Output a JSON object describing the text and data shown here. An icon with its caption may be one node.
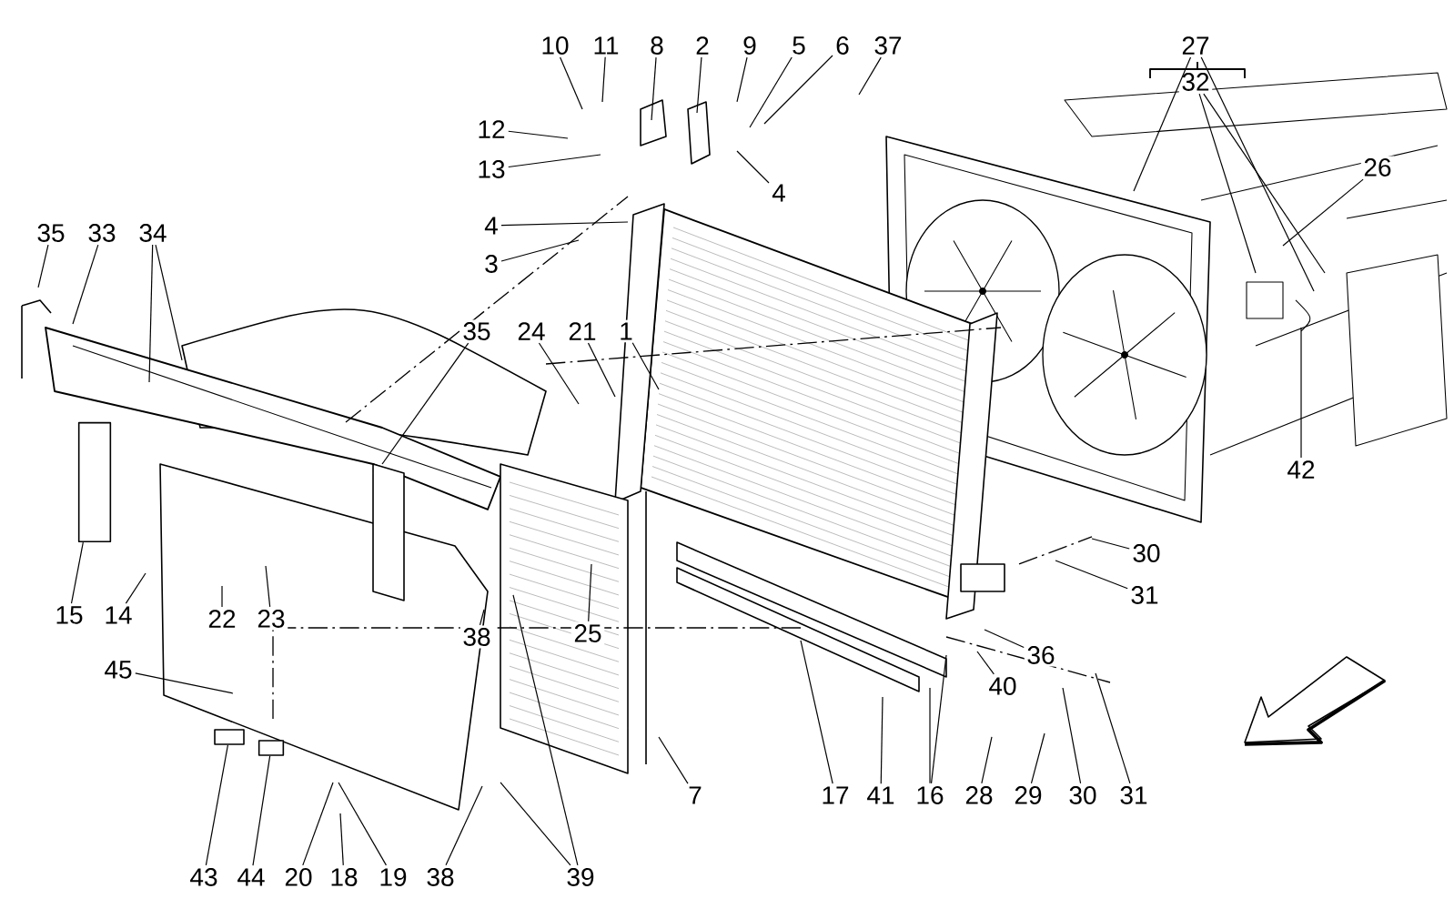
{
  "diagram": {
    "nodes": [
      {
        "text": [
          "10"
        ]
      },
      {
        "text": [
          "11"
        ]
      },
      {
        "text": [
          "8"
        ]
      },
      {
        "text": [
          "2"
        ]
      },
      {
        "text": [
          "9"
        ]
      },
      {
        "text": [
          "5"
        ]
      },
      {
        "text": [
          "6"
        ]
      },
      {
        "text": [
          "37"
        ]
      },
      {
        "text": [
          "12"
        ]
      },
      {
        "text": [
          "13"
        ]
      },
      {
        "text": [
          "4"
        ]
      },
      {
        "text": [
          "4"
        ]
      },
      {
        "text": [
          "3"
        ]
      },
      {
        "text": [
          "35"
        ]
      },
      {
        "text": [
          "33"
        ]
      },
      {
        "text": [
          "34"
        ]
      },
      {
        "text": [
          "35"
        ]
      },
      {
        "text": [
          "24"
        ]
      },
      {
        "text": [
          "21"
        ]
      },
      {
        "text": [
          "1"
        ]
      },
      {
        "text": [
          "27"
        ]
      },
      {
        "text": [
          "32"
        ]
      },
      {
        "text": [
          "26"
        ]
      },
      {
        "text": [
          "42"
        ]
      },
      {
        "text": [
          "15"
        ]
      },
      {
        "text": [
          "14"
        ]
      },
      {
        "text": [
          "22"
        ]
      },
      {
        "text": [
          "23"
        ]
      },
      {
        "text": [
          "38"
        ]
      },
      {
        "text": [
          "25"
        ]
      },
      {
        "text": [
          "45"
        ]
      },
      {
        "text": [
          "7"
        ]
      },
      {
        "text": [
          "17"
        ]
      },
      {
        "text": [
          "41"
        ]
      },
      {
        "text": [
          "16"
        ]
      },
      {
        "text": [
          "28"
        ]
      },
      {
        "text": [
          "29"
        ]
      },
      {
        "text": [
          "30"
        ]
      },
      {
        "text": [
          "31"
        ]
      },
      {
        "text": [
          "36"
        ]
      },
      {
        "text": [
          "40"
        ]
      },
      {
        "text": [
          "30"
        ]
      },
      {
        "text": [
          "31"
        ]
      },
      {
        "text": [
          "43"
        ]
      },
      {
        "text": [
          "44"
        ]
      },
      {
        "text": [
          "20"
        ]
      },
      {
        "text": [
          "18"
        ]
      },
      {
        "text": [
          "19"
        ]
      },
      {
        "text": [
          "38"
        ]
      },
      {
        "text": [
          "39"
        ]
      },
      {
        "text": [],
        "shape": "box"
      },
      {
        "text": [],
        "shape": "box"
      },
      {
        "text": [],
        "shape": "box"
      }
    ],
    "edges": [
      {
        "from": 0,
        "to": null,
        "arrow": "none"
      },
      {
        "from": 1,
        "to": null,
        "arrow": "none"
      },
      {
        "from": 2,
        "to": null,
        "arrow": "none"
      },
      {
        "from": 3,
        "to": null,
        "arrow": "none"
      },
      {
        "from": 4,
        "to": null,
        "arrow": "none"
      },
      {
        "from": 5,
        "to": null,
        "arrow": "none"
      },
      {
        "from": 6,
        "to": null,
        "arrow": "none"
      },
      {
        "from": 7,
        "to": null,
        "arrow": "none"
      },
      {
        "from": 8,
        "to": null,
        "arrow": "none"
      },
      {
        "from": 9,
        "to": null,
        "arrow": "none"
      },
      {
        "from": 10,
        "to": null,
        "arrow": "none"
      },
      {
        "from": 11,
        "to": null,
        "arrow": "none"
      },
      {
        "from": 12,
        "to": null,
        "arrow": "none"
      },
      {
        "from": 13,
        "to": null,
        "arrow": "none"
      },
      {
        "from": 14,
        "to": null,
        "arrow": "none"
      },
      {
        "from": 15,
        "to": null,
        "arrow": "none"
      },
      {
        "from": 15,
        "to": null,
        "arrow": "none"
      },
      {
        "from": 16,
        "to": null,
        "arrow": "none"
      },
      {
        "from": 17,
        "to": null,
        "arrow": "none"
      },
      {
        "from": 18,
        "to": null,
        "arrow": "none"
      },
      {
        "from": 19,
        "to": null,
        "arrow": "none"
      },
      {
        "from": 20,
        "to": null,
        "arrow": "none"
      },
      {
        "from": 20,
        "to": null,
        "arrow": "none"
      },
      {
        "from": 21,
        "to": null,
        "arrow": "none"
      },
      {
        "from": 21,
        "to": null,
        "arrow": "none"
      },
      {
        "from": 22,
        "to": null,
        "arrow": "none"
      },
      {
        "from": 23,
        "to": null,
        "arrow": "none"
      },
      {
        "from": 24,
        "to": 50,
        "arrow": "none"
      },
      {
        "from": 25,
        "to": null,
        "arrow": "none"
      },
      {
        "from": 26,
        "to": null,
        "arrow": "none"
      },
      {
        "from": 27,
        "to": null,
        "arrow": "none"
      },
      {
        "from": 28,
        "to": null,
        "arrow": "none"
      },
      {
        "from": 29,
        "to": null,
        "arrow": "none"
      },
      {
        "from": 30,
        "to": null,
        "arrow": "none"
      },
      {
        "from": 31,
        "to": null,
        "arrow": "none"
      },
      {
        "from": 32,
        "to": null,
        "arrow": "none"
      },
      {
        "from": 33,
        "to": null,
        "arrow": "none"
      },
      {
        "from": 34,
        "to": null,
        "arrow": "none"
      },
      {
        "from": 34,
        "to": null,
        "arrow": "none"
      },
      {
        "from": 35,
        "to": null,
        "arrow": "none"
      },
      {
        "from": 36,
        "to": null,
        "arrow": "none"
      },
      {
        "from": 37,
        "to": null,
        "arrow": "none"
      },
      {
        "from": 38,
        "to": null,
        "arrow": "none"
      },
      {
        "from": 39,
        "to": null,
        "arrow": "none"
      },
      {
        "from": 40,
        "to": null,
        "arrow": "none"
      },
      {
        "from": 41,
        "to": null,
        "arrow": "none"
      },
      {
        "from": 42,
        "to": null,
        "arrow": "none"
      },
      {
        "from": 43,
        "to": 51,
        "arrow": "none"
      },
      {
        "from": 44,
        "to": 52,
        "arrow": "none"
      },
      {
        "from": 45,
        "to": null,
        "arrow": "none"
      },
      {
        "from": 46,
        "to": null,
        "arrow": "none"
      },
      {
        "from": 47,
        "to": null,
        "arrow": "none"
      },
      {
        "from": 48,
        "to": null,
        "arrow": "none"
      },
      {
        "from": 49,
        "to": null,
        "arrow": "none"
      },
      {
        "from": 49,
        "to": null,
        "arrow": "none"
      }
    ]
  }
}
